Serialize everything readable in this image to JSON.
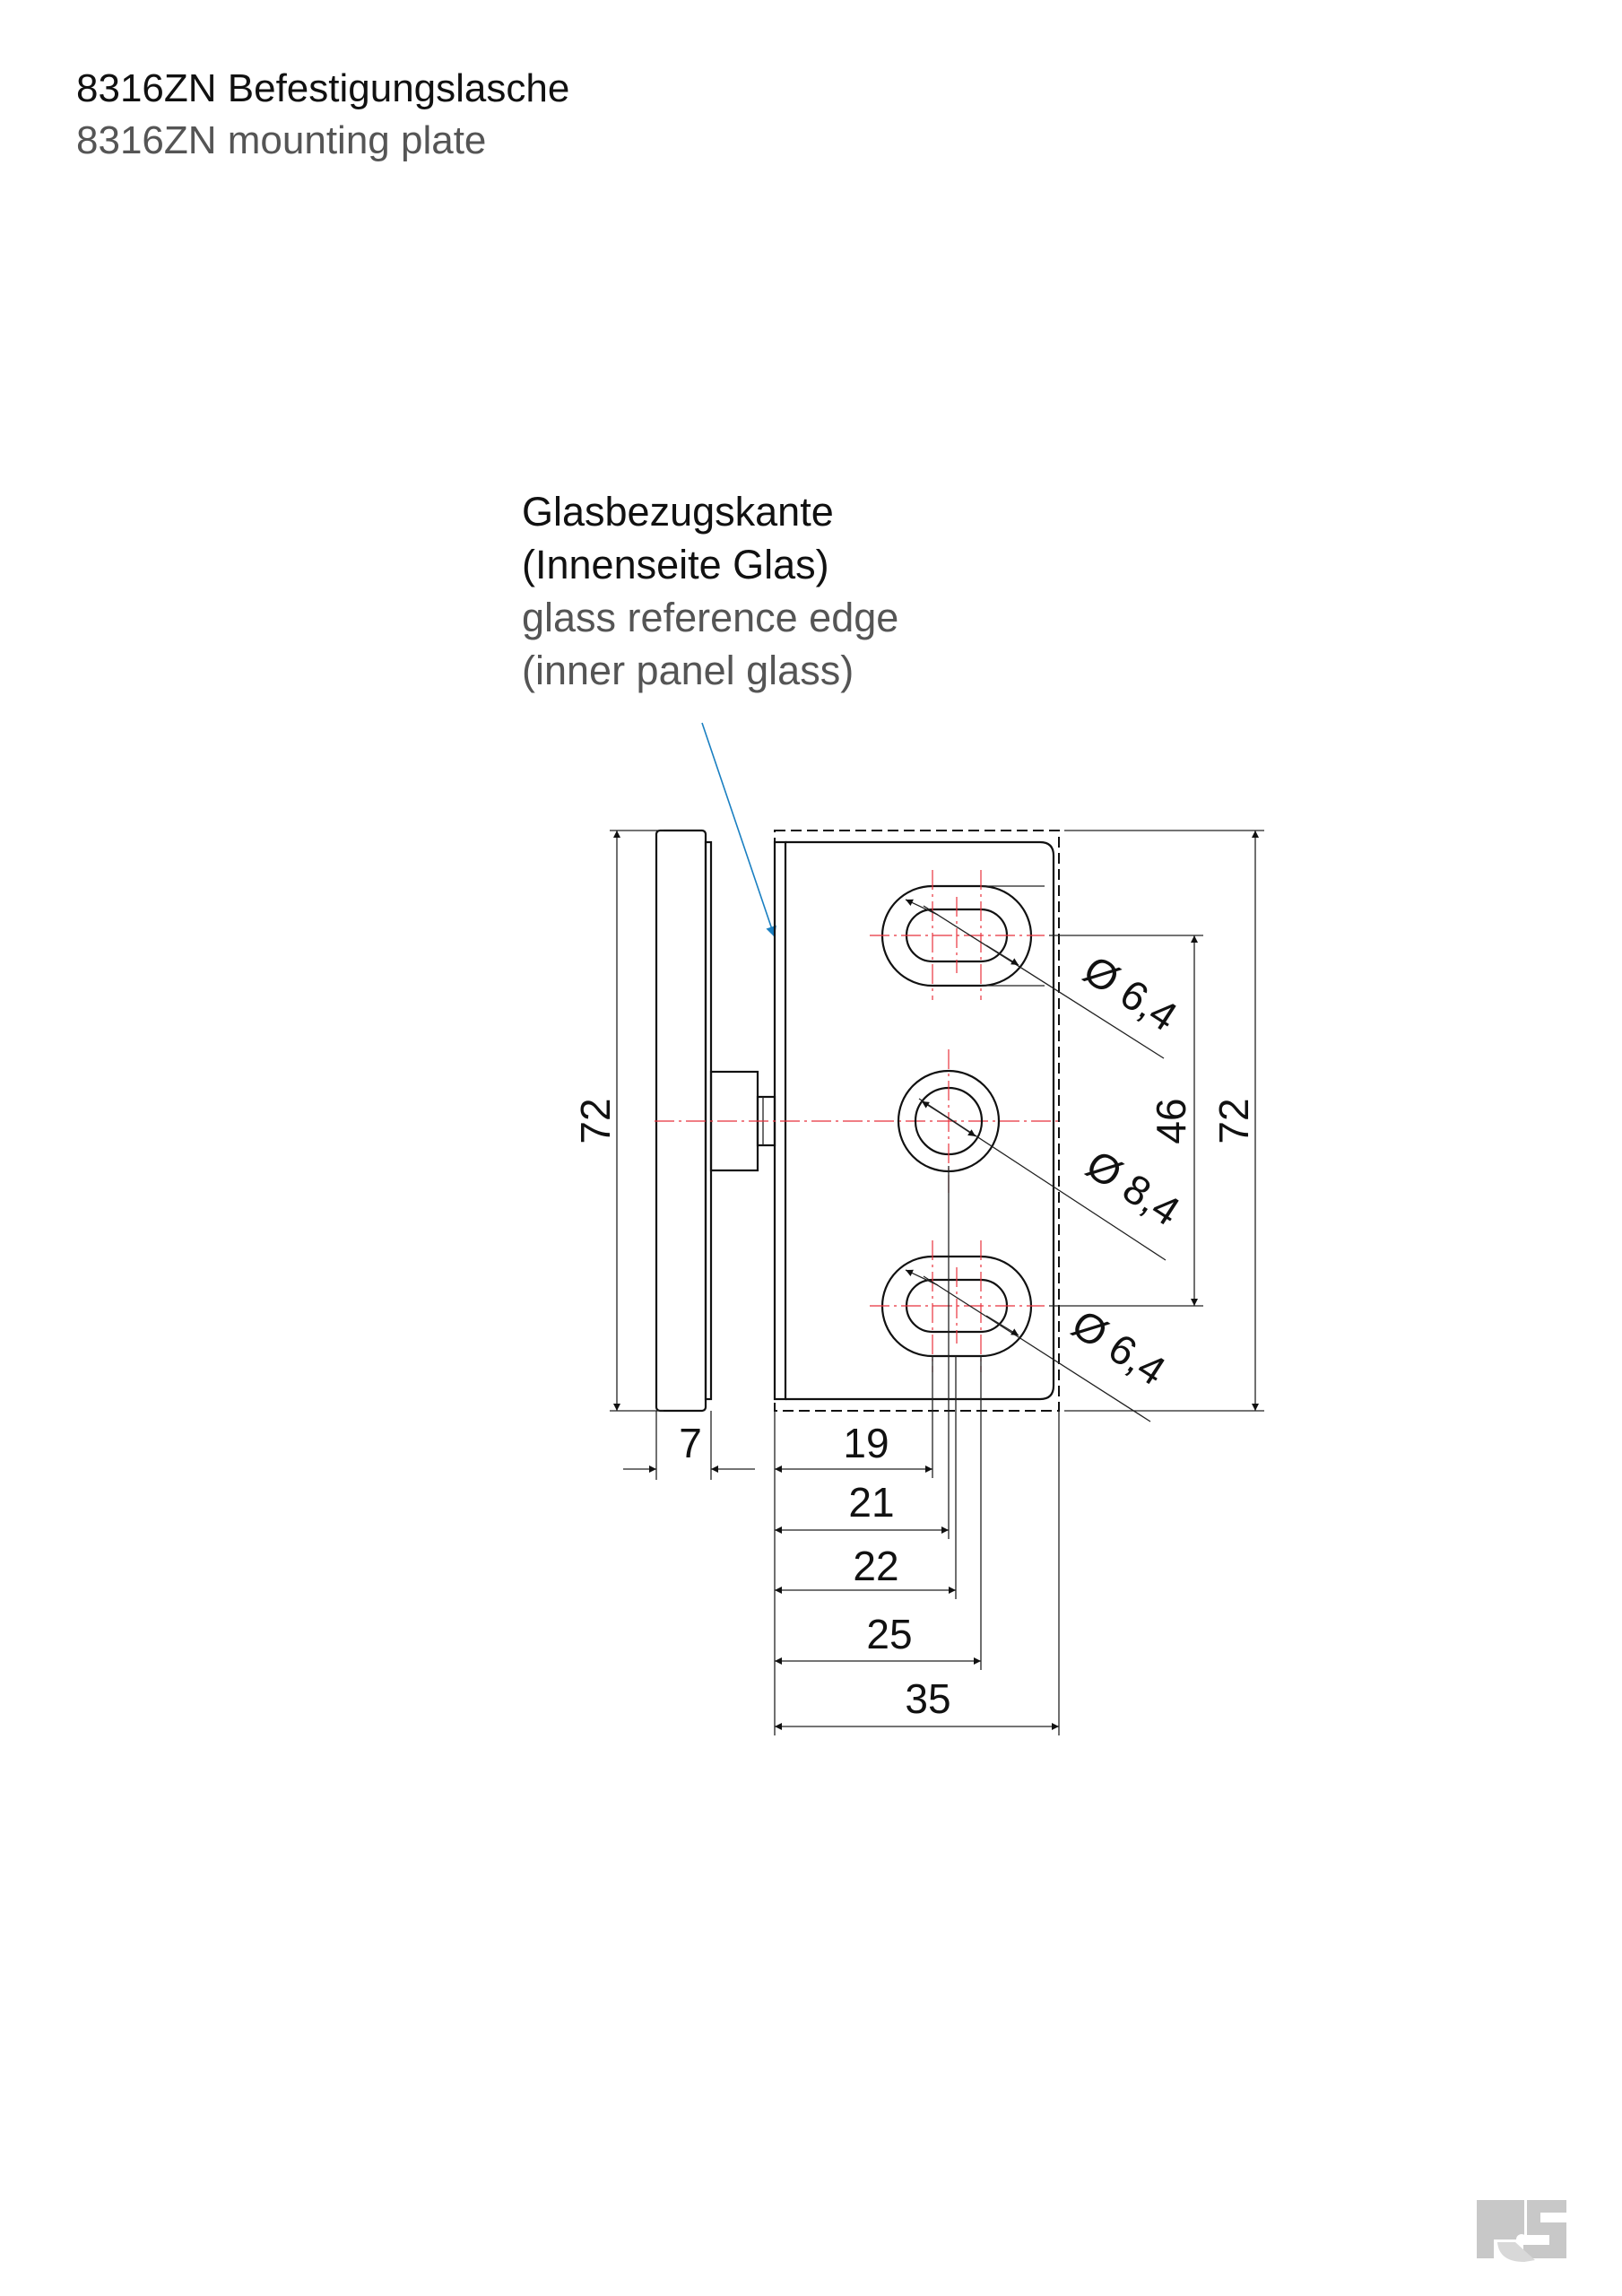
{
  "header": {
    "title_de": "8316ZN Befestigungslasche",
    "title_en": "8316ZN mounting plate"
  },
  "callout": {
    "line1_de": "Glasbezugskante",
    "line2_de": "(Innenseite Glas)",
    "line1_en": "glass reference edge",
    "line2_en": "(inner panel glass)",
    "leader_color": "#1a7fc1"
  },
  "dimensions": {
    "left_height": "72",
    "right_height": "72",
    "hole_spacing": "46",
    "thickness": "7",
    "d19": "19",
    "d21": "21",
    "d22": "22",
    "d25": "25",
    "d35": "35",
    "dia_top": "Ø 6,4",
    "dia_mid": "Ø 8,4",
    "dia_bottom": "Ø 6,4"
  },
  "colors": {
    "centerline": "#e8323c",
    "logo": "#c8c8c8"
  },
  "logo": {
    "text": "RS"
  }
}
